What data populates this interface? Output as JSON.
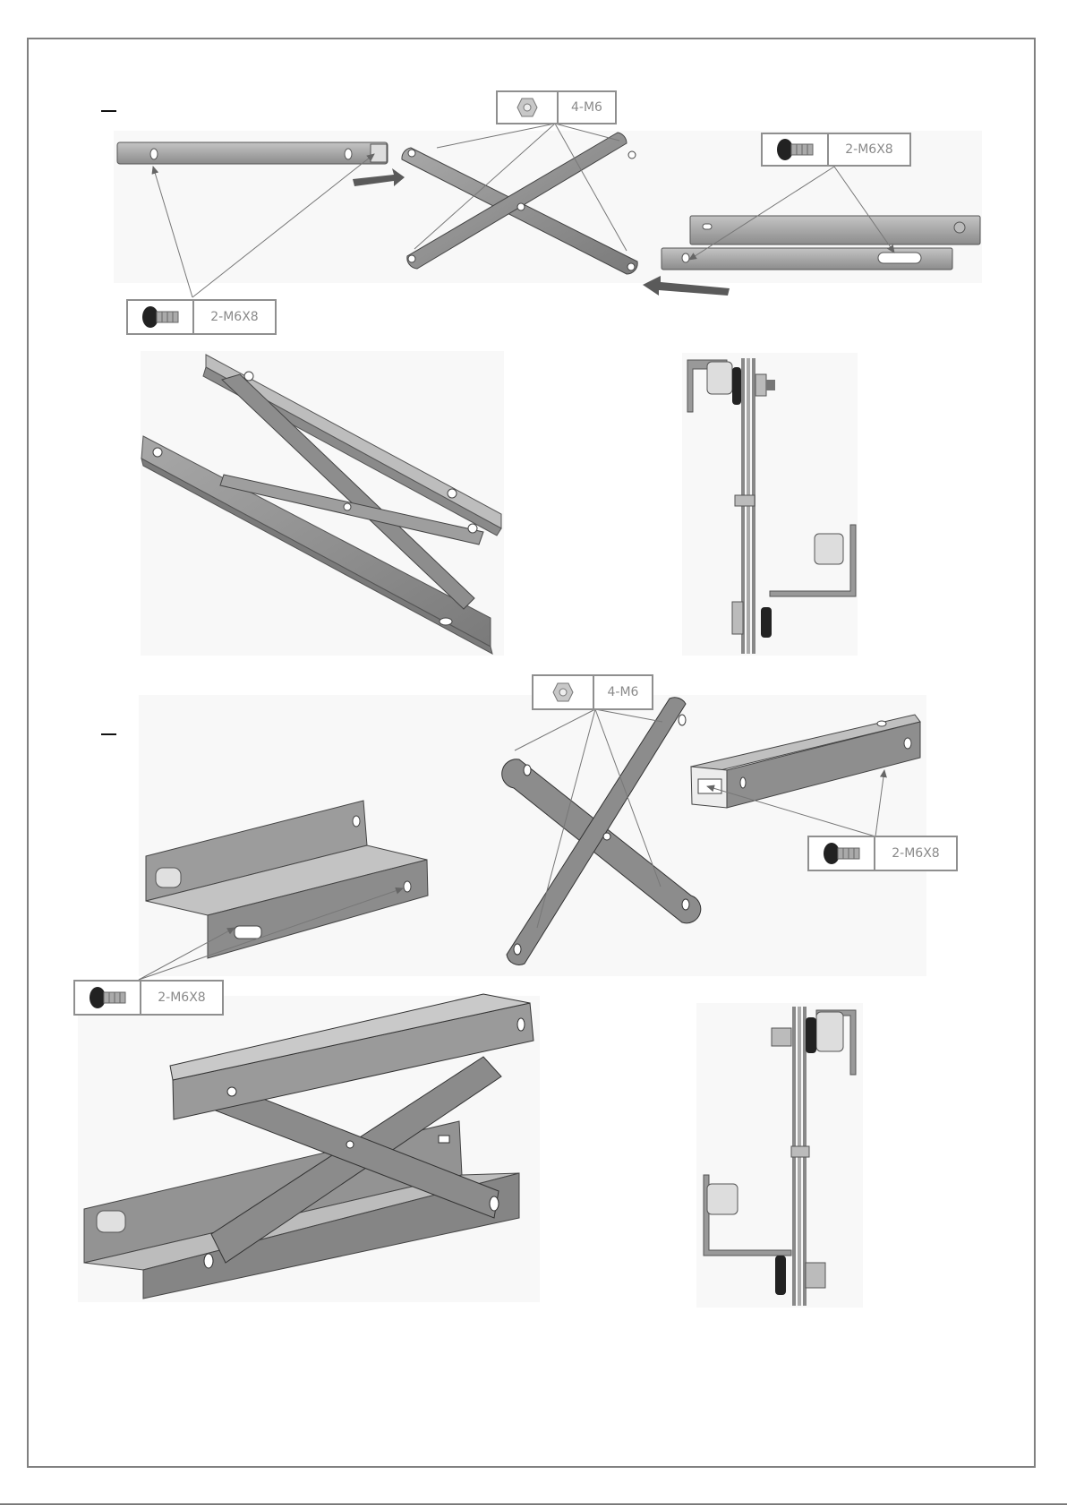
{
  "page": {
    "step_markers": [
      "–",
      "–"
    ]
  },
  "step1": {
    "nut_callout": {
      "label": "4-M6",
      "icon": "nut-icon"
    },
    "right_screw_callout": {
      "label": "2-M6X8",
      "icon": "screw-icon"
    },
    "left_screw_callout": {
      "label": "2-M6X8",
      "icon": "screw-icon"
    }
  },
  "step2": {
    "nut_callout": {
      "label": "4-M6",
      "icon": "nut-icon"
    },
    "right_screw_callout": {
      "label": "2-M6X8",
      "icon": "screw-icon"
    },
    "left_screw_callout": {
      "label": "2-M6X8",
      "icon": "screw-icon"
    }
  },
  "colors": {
    "frame": "#808080",
    "metal": "#9a9a9a",
    "metal_dark": "#6e6e6e",
    "arrow": "#5a5a5a",
    "callout_text": "#8a8a8a"
  }
}
